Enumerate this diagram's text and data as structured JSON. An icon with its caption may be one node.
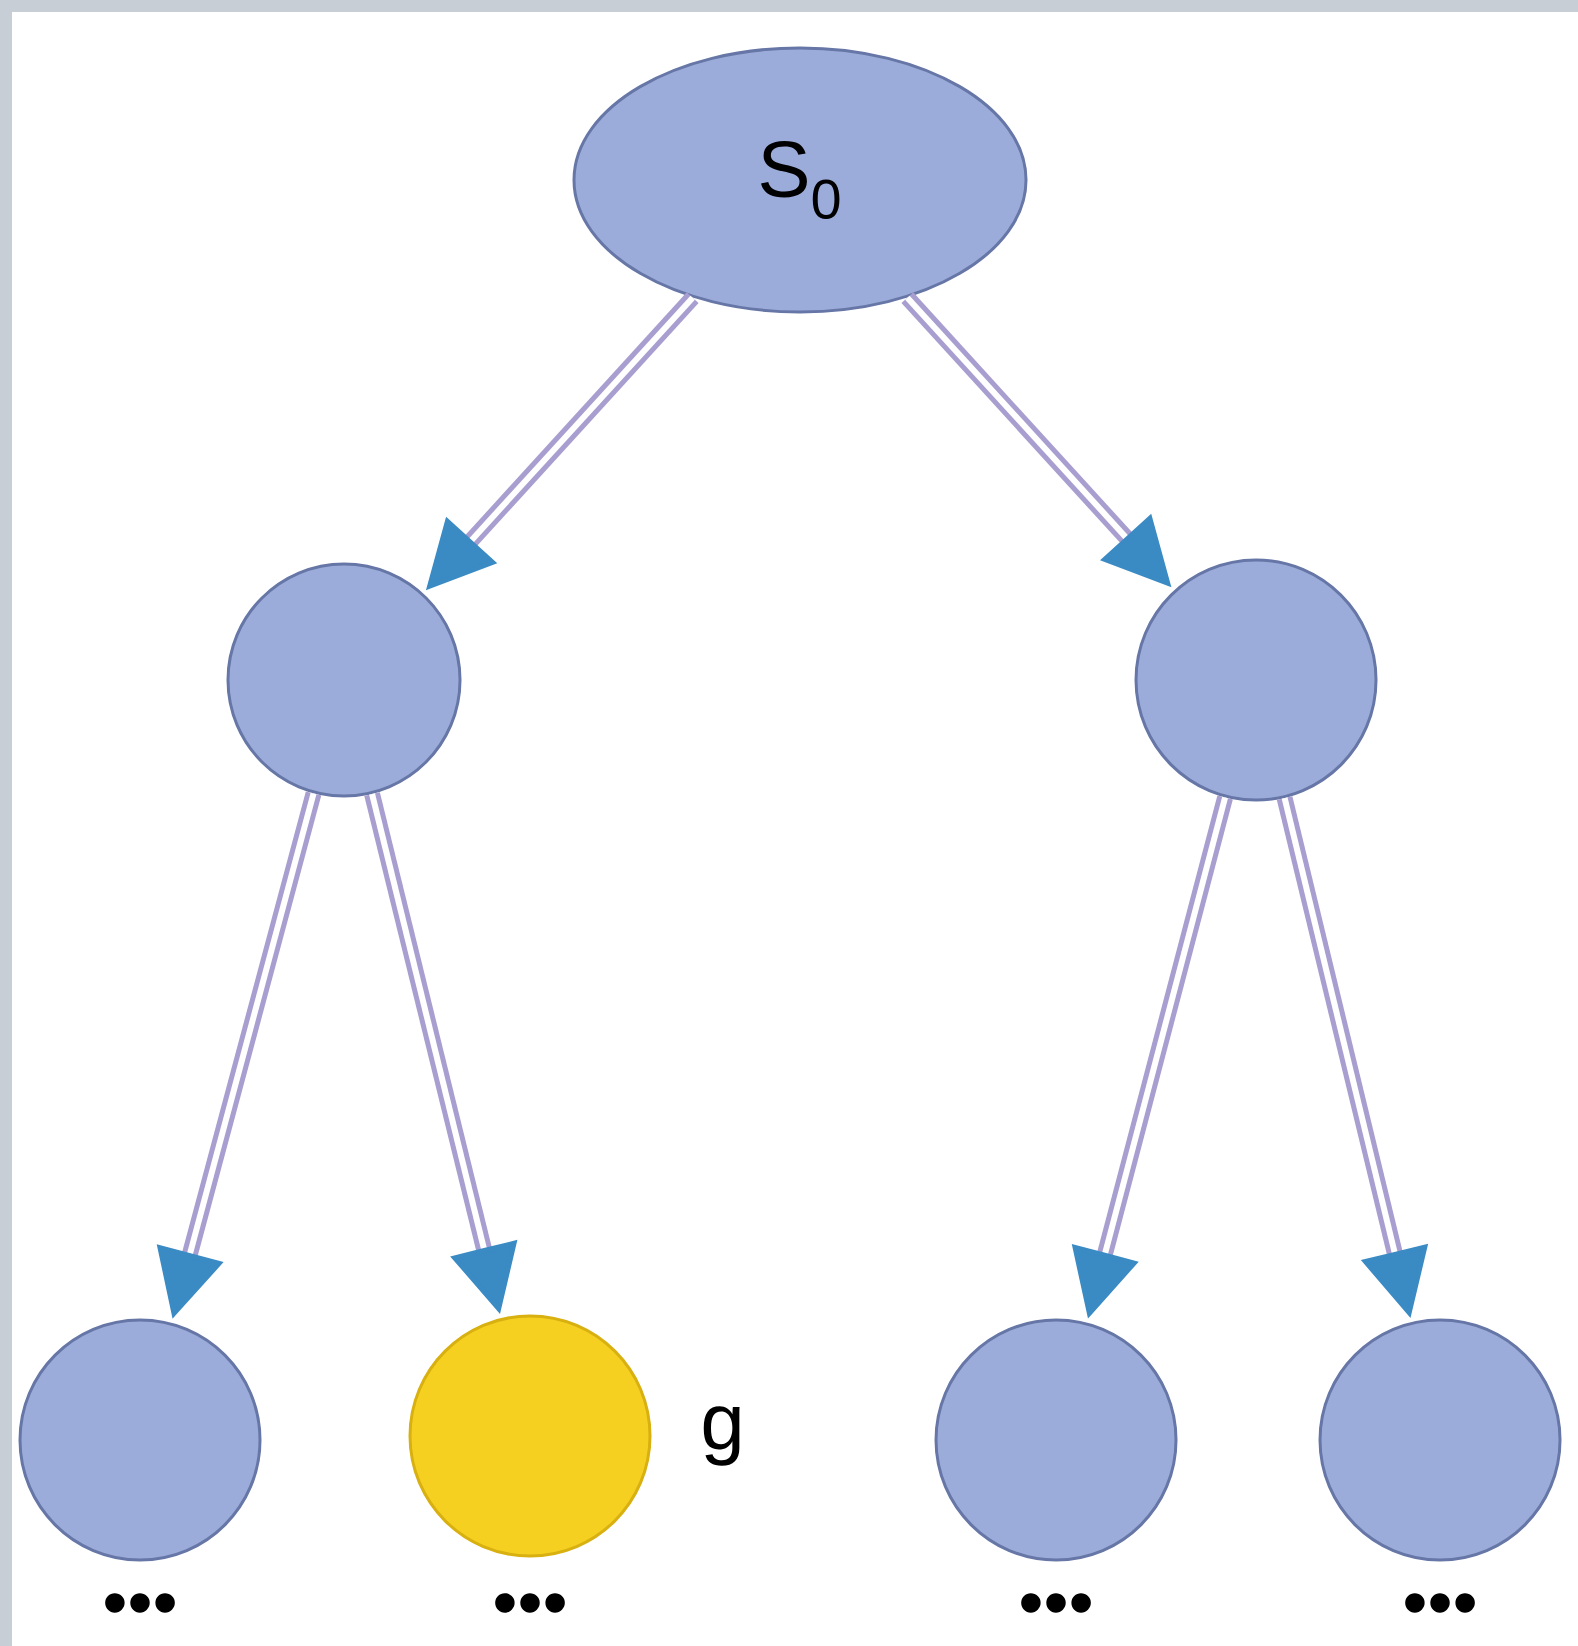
{
  "diagram": {
    "nodes": [
      {
        "text": [
          "S$_{0}$"
        ]
      },
      {
        "text": [],
        "shape": "circle"
      },
      {
        "text": [],
        "shape": "circle"
      },
      {
        "text": [],
        "shape": "circle",
        "beside": [
          "•••"
        ]
      },
      {
        "text": [],
        "shape": "circle",
        "beside": [
          "g",
          "•••"
        ]
      },
      {
        "text": [],
        "shape": "circle",
        "beside": [
          "•••"
        ]
      },
      {
        "text": [],
        "shape": "circle",
        "beside": [
          "•••"
        ]
      }
    ],
    "edges": [
      {
        "from": 0,
        "to": 1,
        "arrow": "to"
      },
      {
        "from": 0,
        "to": 2,
        "arrow": "to"
      },
      {
        "from": 1,
        "to": 3,
        "arrow": "to"
      },
      {
        "from": 1,
        "to": 4,
        "arrow": "to"
      },
      {
        "from": 2,
        "to": 5,
        "arrow": "to"
      },
      {
        "from": 2,
        "to": 6,
        "arrow": "to"
      }
    ]
  }
}
